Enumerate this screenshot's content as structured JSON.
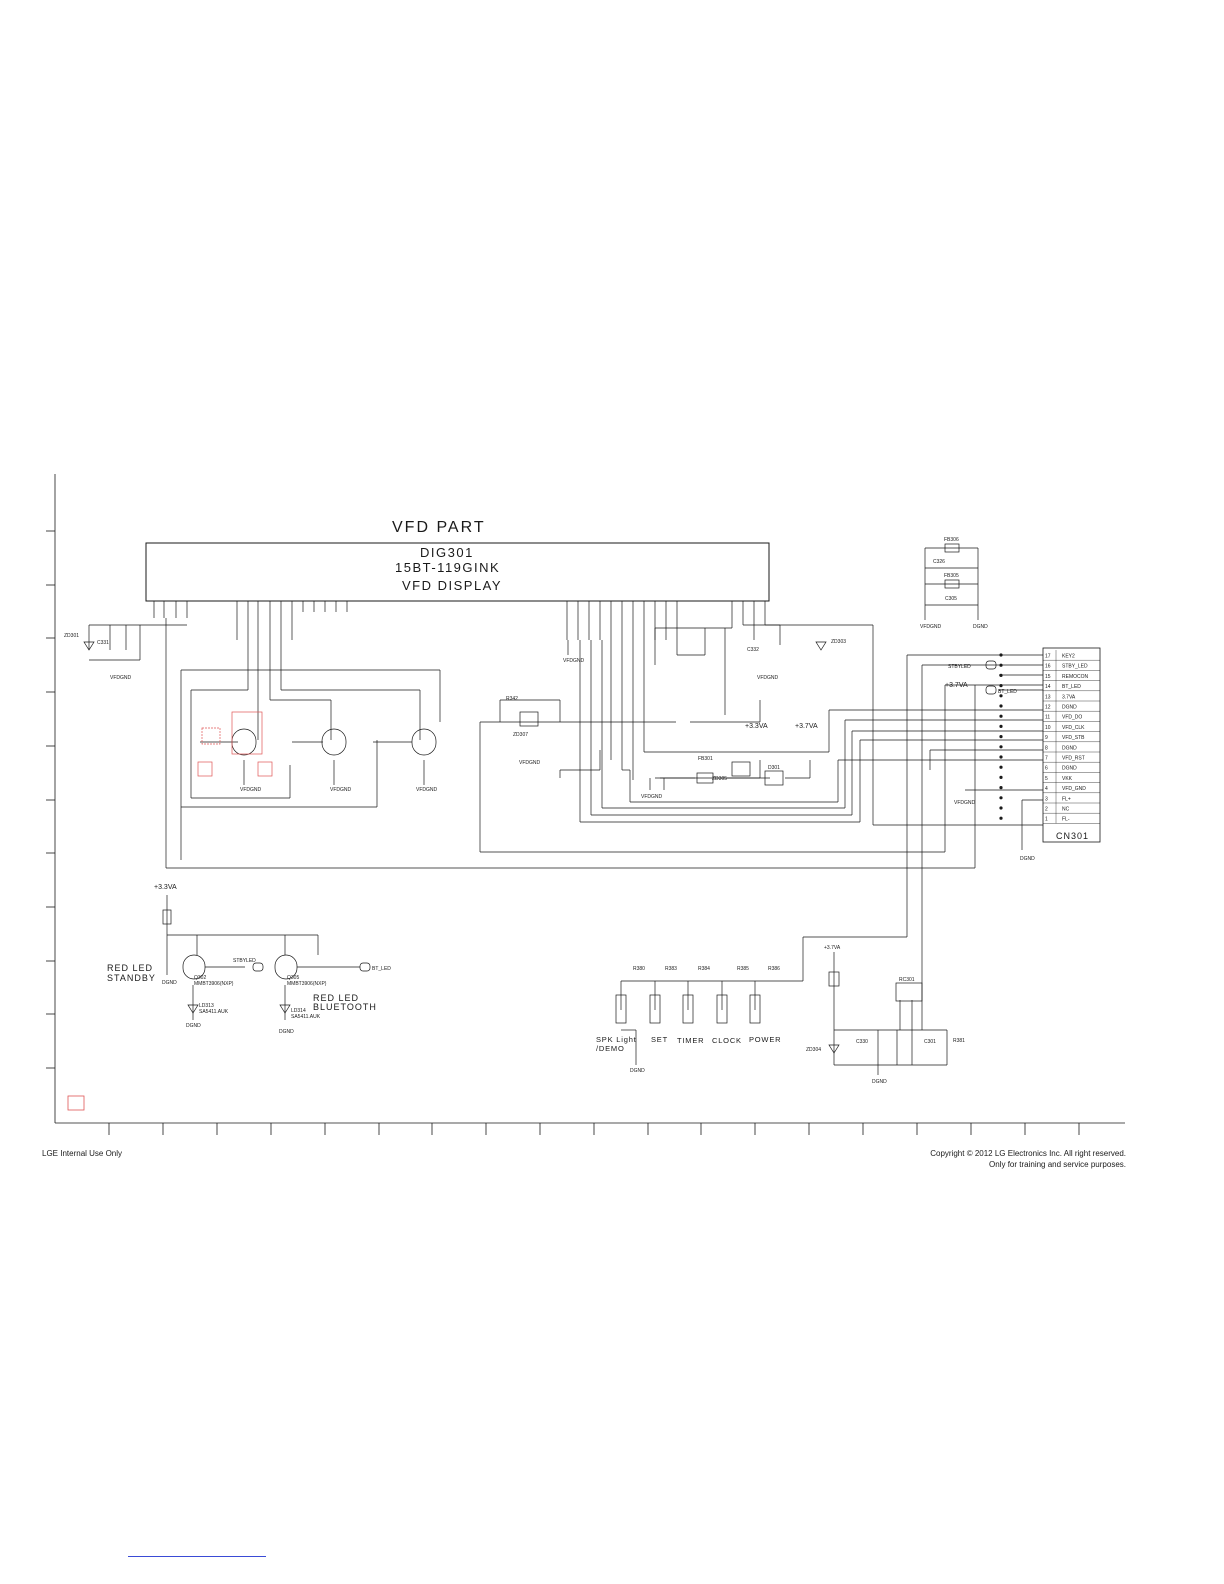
{
  "sheet": {
    "block_title": "VFD PART",
    "display": {
      "ref": "DIG301",
      "part": "15BT-119GINK",
      "type": "VFD DISPLAY"
    },
    "power_labels": {
      "p33": "+3.3VA",
      "p37": "+3.7VA",
      "p37b": "+3.7VA",
      "p33b": "+3.3VA",
      "p37c": "+3.7VA",
      "p37d": "+3.7VA"
    },
    "leds": [
      {
        "label": "RED LED",
        "sub": "STANDBY",
        "ref": "LD313",
        "part": "SA5411.AUK",
        "q": "Q302",
        "qpart": "MMBT3906(NXP)"
      },
      {
        "label": "RED LED",
        "sub": "BLUETOOTH",
        "ref": "LD314",
        "part": "SA5411.AUK",
        "q": "Q305",
        "qpart": "MMBT3906(NXP)"
      }
    ],
    "nets": {
      "stby": "STBYLED",
      "bt": "BT_LED",
      "stby2": "STBYLED",
      "bt2": "BT_LED"
    },
    "keys": [
      "SPK Light",
      "/DEMO",
      "SET",
      "TIMER",
      "CLOCK",
      "POWER"
    ],
    "key_resistors": [
      "R380",
      "R383",
      "R384",
      "R385",
      "R386"
    ],
    "connector": {
      "ref": "CN301",
      "pins": [
        {
          "n": "17",
          "name": "KEY2"
        },
        {
          "n": "16",
          "name": "STBY_LED"
        },
        {
          "n": "15",
          "name": "REMOCON"
        },
        {
          "n": "14",
          "name": "BT_LED"
        },
        {
          "n": "13",
          "name": "3.7VA"
        },
        {
          "n": "12",
          "name": "DGND"
        },
        {
          "n": "11",
          "name": "VFD_DO"
        },
        {
          "n": "10",
          "name": "VFD_CLK"
        },
        {
          "n": "9",
          "name": "VFD_STB"
        },
        {
          "n": "8",
          "name": "DGND"
        },
        {
          "n": "7",
          "name": "VFD_RST"
        },
        {
          "n": "6",
          "name": "DGND"
        },
        {
          "n": "5",
          "name": "VKK"
        },
        {
          "n": "4",
          "name": "VFD_GND"
        },
        {
          "n": "3",
          "name": "FL+"
        },
        {
          "n": "2",
          "name": "NC"
        },
        {
          "n": "1",
          "name": "FL-"
        }
      ]
    },
    "parts": {
      "zd301": "ZD301",
      "zd303": "ZD303",
      "c331": "C331",
      "c332": "C332",
      "fb301": "FB301",
      "d301": "D301",
      "zd305": "ZD305",
      "zd307": "ZD307",
      "zd304": "ZD304",
      "rc301": "RC301",
      "r342": "R342",
      "fb306": "FB306",
      "fb305": "FB305",
      "c326": "C326",
      "c305": "C305",
      "c330": "C330",
      "c301": "C301",
      "r381": "R381"
    },
    "grounds": {
      "vfdgnd": "VFDGND",
      "dgnd": "DGND"
    }
  },
  "footer": {
    "left": "LGE Internal Use Only",
    "right_line1": "Copyright © 2012 LG Electronics Inc. All right reserved.",
    "right_line2": "Only for training and service purposes."
  },
  "colors": {
    "ink": "#1a1a1a",
    "accent": "#e05555",
    "link": "#3a4bd6"
  }
}
